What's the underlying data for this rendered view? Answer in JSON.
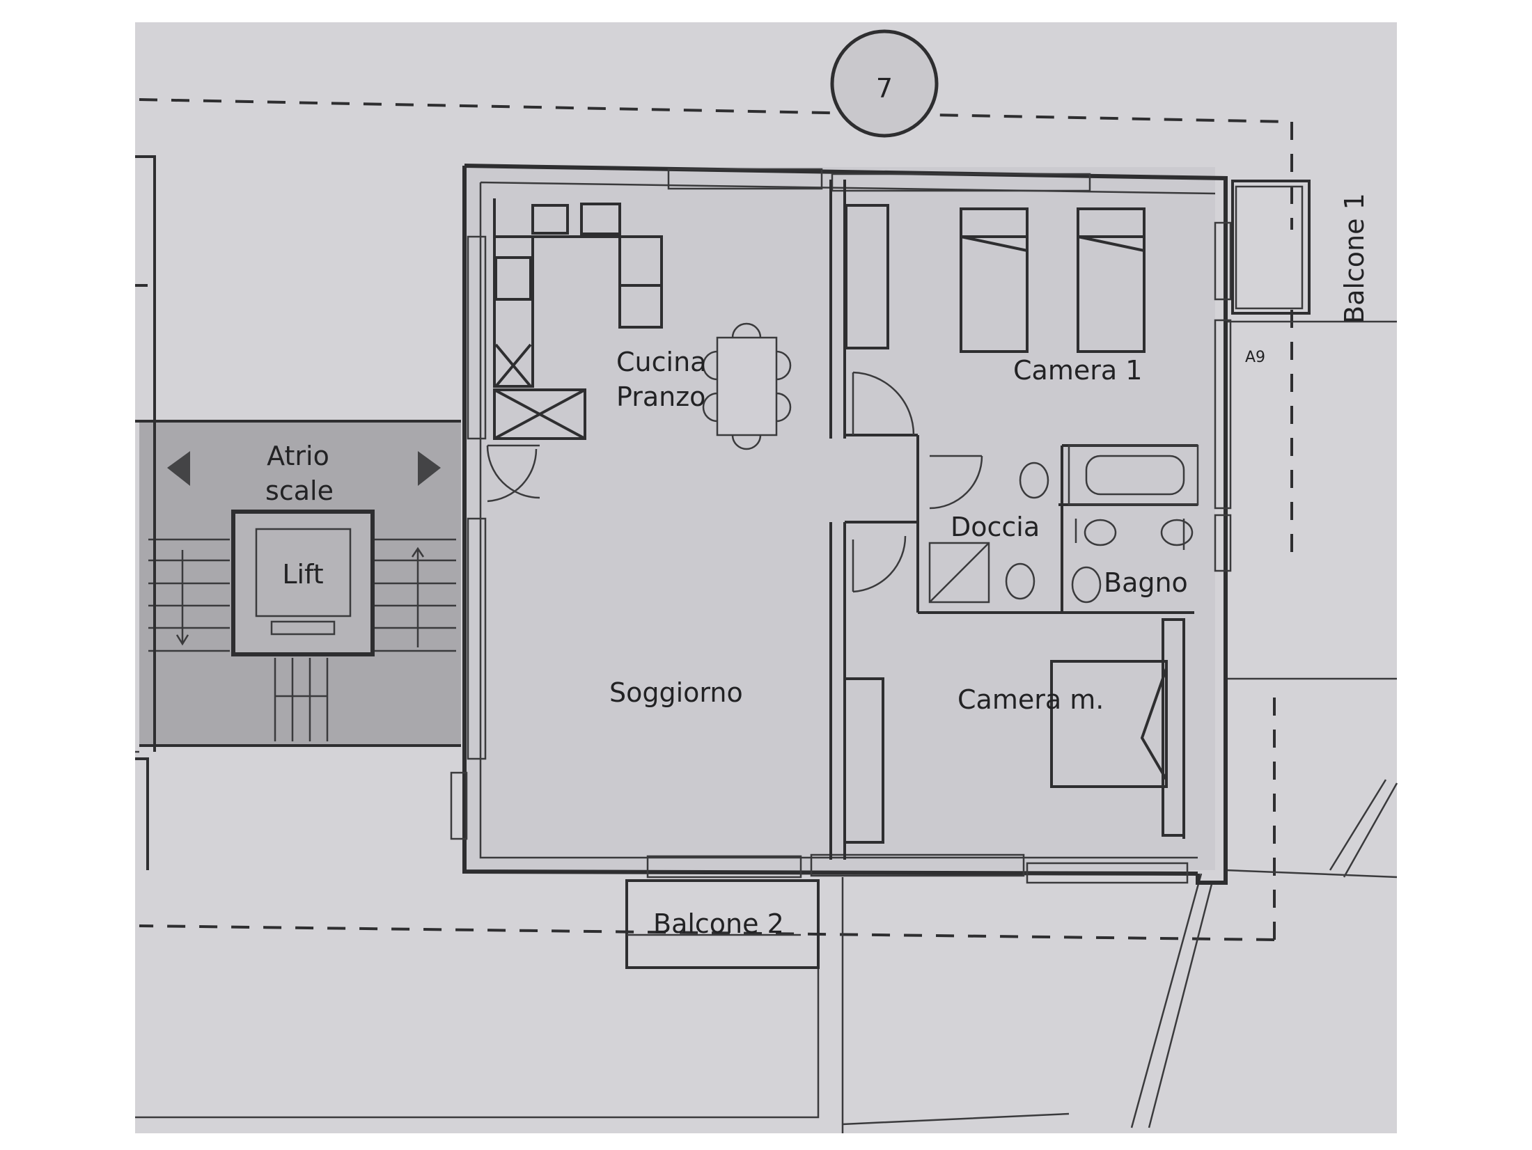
{
  "plan": {
    "unit_number": "7",
    "rooms": {
      "cucina_line1": "Cucina",
      "cucina_line2": "Pranzo",
      "camera1": "Camera 1",
      "doccia": "Doccia",
      "bagno": "Bagno",
      "soggiorno": "Soggiorno",
      "camera_m": "Camera m.",
      "atrio_line1": "Atrio",
      "atrio_line2": "scale",
      "lift": "Lift",
      "balcone1": "Balcone 1",
      "balcone2": "Balcone 2",
      "ref_code": "A9"
    }
  }
}
